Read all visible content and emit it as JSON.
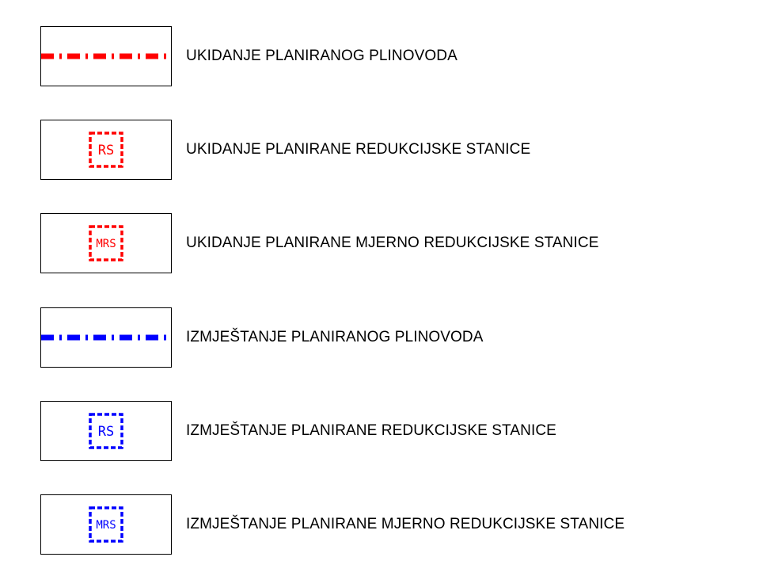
{
  "legend": {
    "items": [
      {
        "symbol": "pipeline-line",
        "color": "#ff0000",
        "label": "UKIDANJE PLANIRANOG PLINOVODA"
      },
      {
        "symbol": "station-box",
        "color": "#ff0000",
        "code": "RS",
        "label": "UKIDANJE PLANIRANE REDUKCIJSKE STANICE"
      },
      {
        "symbol": "station-box",
        "color": "#ff0000",
        "code": "MRS",
        "label": "UKIDANJE PLANIRANE MJERNO REDUKCIJSKE STANICE"
      },
      {
        "symbol": "pipeline-line",
        "color": "#0000ff",
        "label": "IZMJEŠTANJE PLANIRANOG PLINOVODA"
      },
      {
        "symbol": "station-box",
        "color": "#0000ff",
        "code": "RS",
        "label": "IZMJEŠTANJE PLANIRANE REDUKCIJSKE STANICE"
      },
      {
        "symbol": "station-box",
        "color": "#0000ff",
        "code": "MRS",
        "label": "IZMJEŠTANJE PLANIRANE MJERNO REDUKCIJSKE STANICE"
      }
    ]
  }
}
